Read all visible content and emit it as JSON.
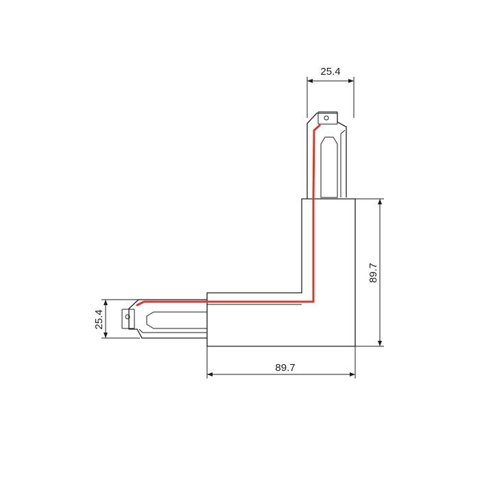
{
  "diagram": {
    "dimensions": {
      "top_width": "25.4",
      "right_height": "89.7",
      "bottom_width": "89.7",
      "left_height": "25.4"
    },
    "colors": {
      "wire": "#d63a2a",
      "outline": "#1a1a1a",
      "background": "#ffffff"
    }
  }
}
